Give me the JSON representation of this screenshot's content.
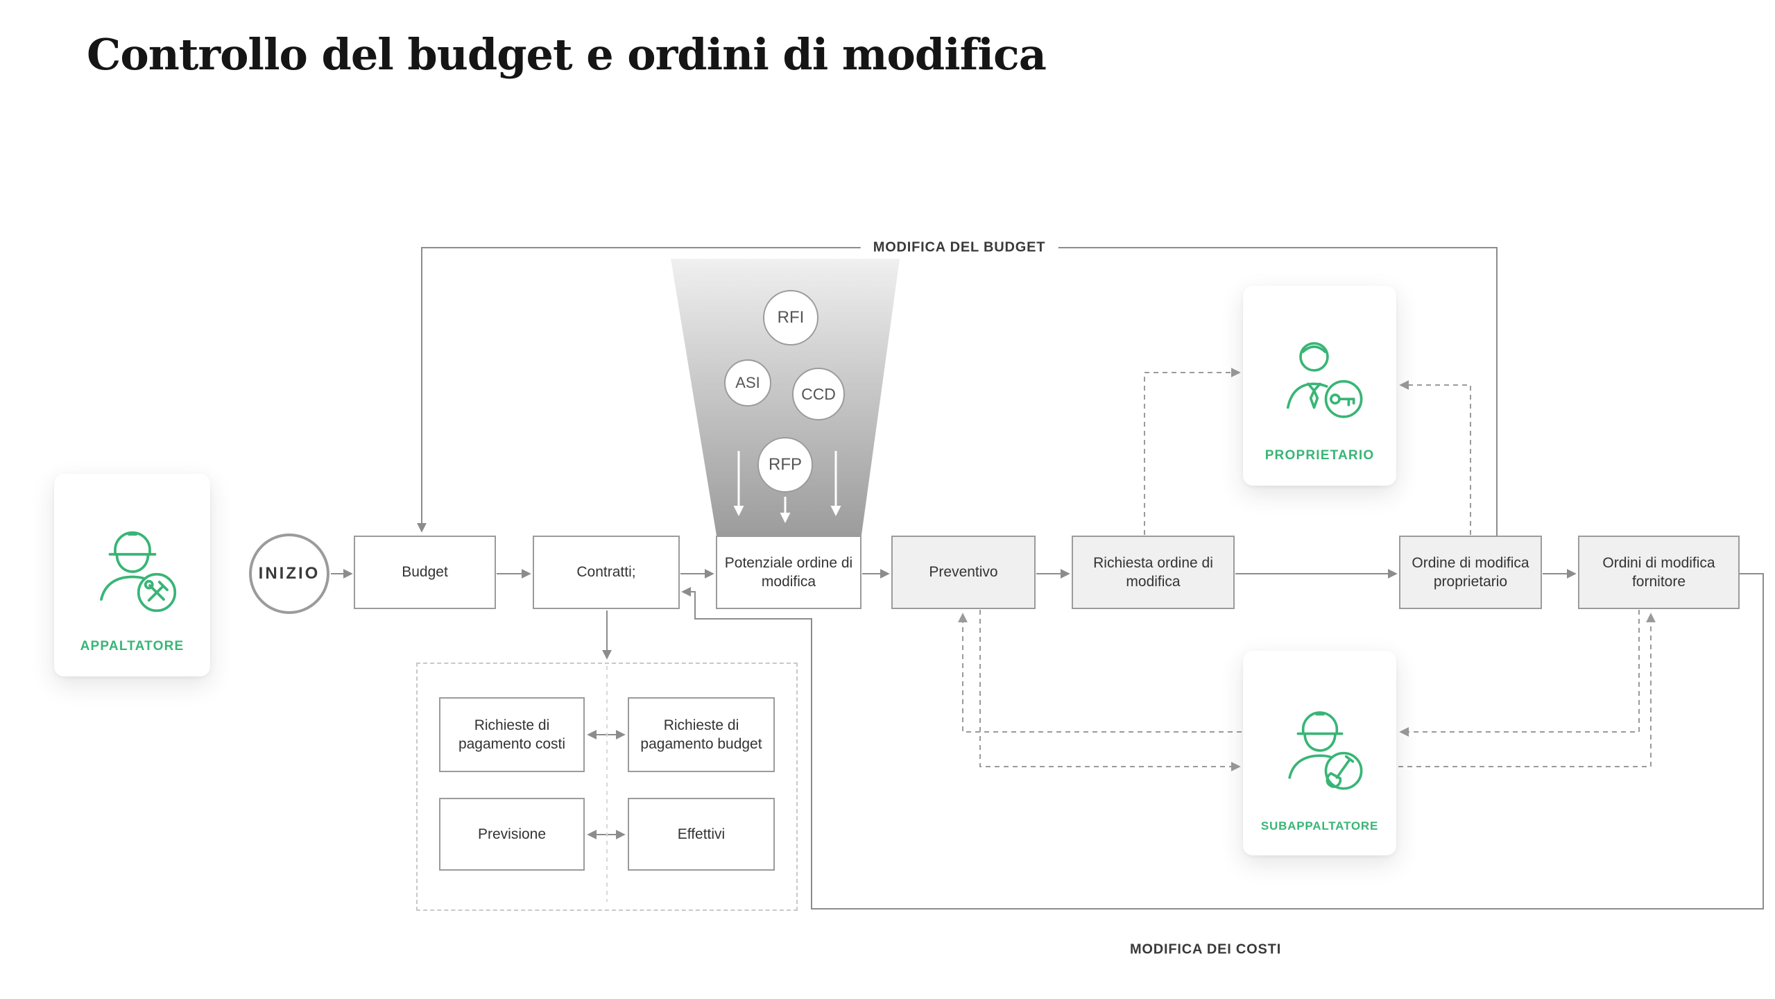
{
  "title": "Controllo del budget e ordini di modifica",
  "start_label": "INIZIO",
  "loops": {
    "budget": "MODIFICA DEL BUDGET",
    "costs": "MODIFICA DEI COSTI"
  },
  "actors": {
    "appaltatore": {
      "name": "APPALTATORE",
      "icon": "contractor-tools-icon"
    },
    "proprietario": {
      "name": "PROPRIETARIO",
      "icon": "owner-key-icon"
    },
    "subappaltatore": {
      "name": "SUBAPPALTATORE",
      "icon": "subcontractor-shovel-icon"
    }
  },
  "nodes": {
    "budget": "Budget",
    "contratti": "Contratti;",
    "potenziale_ordine": "Potenziale ordine di modifica",
    "preventivo": "Preventivo",
    "richiesta_ordine": "Richiesta ordine di modifica",
    "ordine_proprietario": "Ordine di modifica proprietario",
    "ordini_fornitore": "Ordini di modifica fornitore"
  },
  "funnel_items": [
    "RFI",
    "ASI",
    "CCD",
    "RFP"
  ],
  "payment_nodes": {
    "richieste_costi": "Richieste di pagamento costi",
    "richieste_budget": "Richieste di pagamento budget",
    "previsione": "Previsione",
    "effettivi": "Effettivi"
  },
  "colors": {
    "accent": "#38b576",
    "line": "#8c8c8c",
    "node_fill": "#f0f0f0"
  }
}
